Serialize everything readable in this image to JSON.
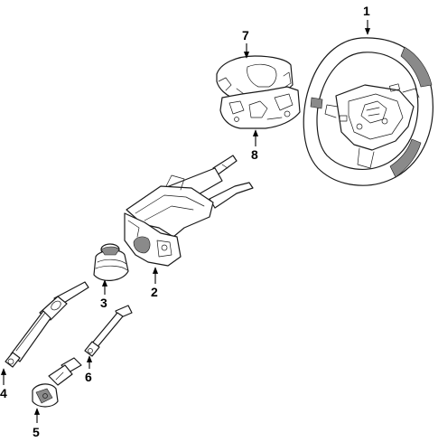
{
  "diagram": {
    "callouts": [
      {
        "id": "1",
        "part": "steering-wheel"
      },
      {
        "id": "2",
        "part": "steering-column"
      },
      {
        "id": "3",
        "part": "column-boot"
      },
      {
        "id": "4",
        "part": "intermediate-shaft"
      },
      {
        "id": "5",
        "part": "universal-joint"
      },
      {
        "id": "6",
        "part": "lower-shaft"
      },
      {
        "id": "7",
        "part": "upper-column-cover"
      },
      {
        "id": "8",
        "part": "lower-column-cover"
      }
    ]
  },
  "colors": {
    "line": "#1a1a1a",
    "background": "#ffffff",
    "shading": "#8a8a8a"
  }
}
